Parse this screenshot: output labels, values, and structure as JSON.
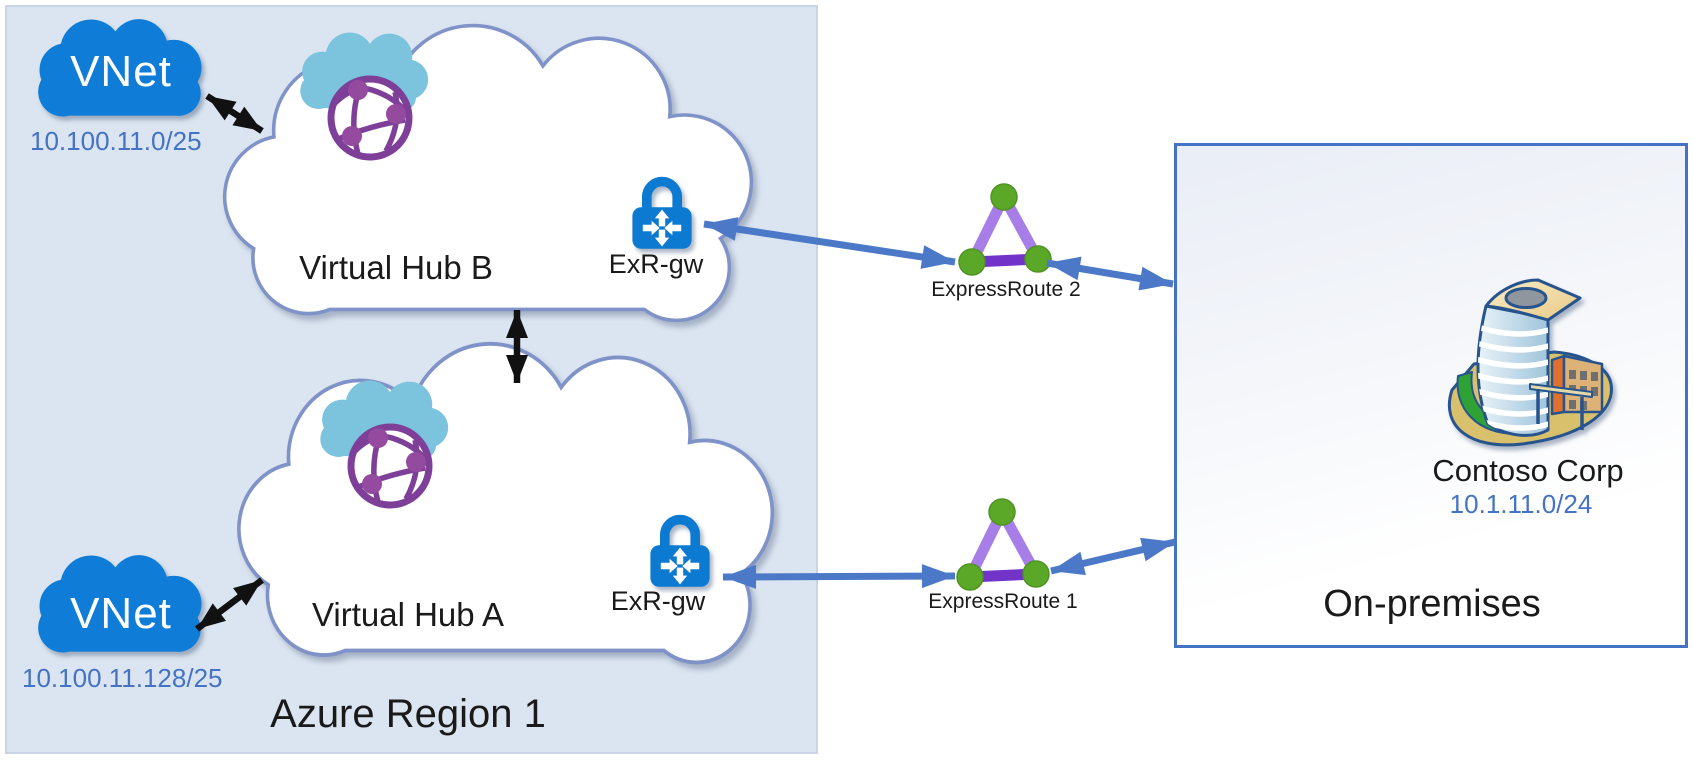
{
  "region": {
    "label": "Azure Region 1"
  },
  "vnets": [
    {
      "name": "VNet",
      "cidr": "10.100.11.0/25"
    },
    {
      "name": "VNet",
      "cidr": "10.100.11.128/25"
    }
  ],
  "hubs": [
    {
      "label": "Virtual Hub B",
      "gateway_label": "ExR-gw"
    },
    {
      "label": "Virtual Hub A",
      "gateway_label": "ExR-gw"
    }
  ],
  "circuits": [
    {
      "label": "ExpressRoute 2"
    },
    {
      "label": "ExpressRoute 1"
    }
  ],
  "on_premises": {
    "label": "On-premises",
    "company": "Contoso Corp",
    "cidr": "10.1.11.0/24"
  },
  "icons": {
    "vnet": "vnet-cloud-icon",
    "hub": "virtual-hub-cloud-icon",
    "hub_router": "virtual-wan-globe-icon",
    "gateway": "expressroute-gateway-lock-icon",
    "circuit": "expressroute-circuit-triangle-icon",
    "on_premises": "office-building-icon"
  },
  "colors": {
    "vnet_blue": "#0f7cd7",
    "lock_blue": "#0d7ad2",
    "arrow_blue": "#4b79c8",
    "cidr_text": "#4472c4",
    "region_fill": "#dbe5f1",
    "onprem_border": "#4472c4",
    "cloud_stroke": "#8093c8",
    "globe_purple": "#7d3f98",
    "mini_cloud_cyan": "#7cc3dd",
    "triangle_light": "#a77ee8",
    "triangle_dark": "#7233c9",
    "node_green": "#5ba829",
    "black_arrow": "#111111"
  }
}
